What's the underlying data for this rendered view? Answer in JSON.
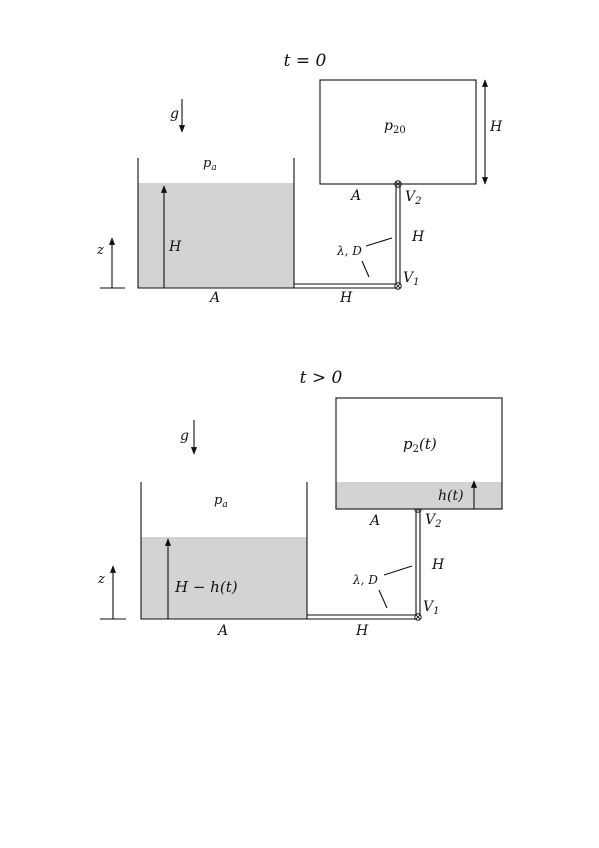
{
  "diagram_top": {
    "title": "t = 0",
    "gravity": "g",
    "left_tank": {
      "pressure": "p_a",
      "area": "A",
      "level": "H",
      "z_axis": "z"
    },
    "right_tank": {
      "pressure": "p",
      "pressure_sub": "20",
      "area": "A",
      "height": "H"
    },
    "pipe": {
      "friction": "λ, D",
      "vertical_length": "H",
      "horizontal_length": "H",
      "valve_top": "V",
      "valve_top_sub": "2",
      "valve_bottom": "V",
      "valve_bottom_sub": "1"
    }
  },
  "diagram_bottom": {
    "title": "t > 0",
    "gravity": "g",
    "left_tank": {
      "pressure": "p_a",
      "area": "A",
      "level": "H − h(t)",
      "z_axis": "z"
    },
    "right_tank": {
      "pressure": "p",
      "pressure_sub": "2",
      "pressure_arg": "(t)",
      "area": "A",
      "level": "h(t)"
    },
    "pipe": {
      "friction": "λ, D",
      "vertical_length": "H",
      "horizontal_length": "H",
      "valve_top": "V",
      "valve_top_sub": "2",
      "valve_bottom": "V",
      "valve_bottom_sub": "1"
    }
  },
  "colors": {
    "line": "#111111",
    "water": "#d3d3d3",
    "background": "#ffffff"
  }
}
